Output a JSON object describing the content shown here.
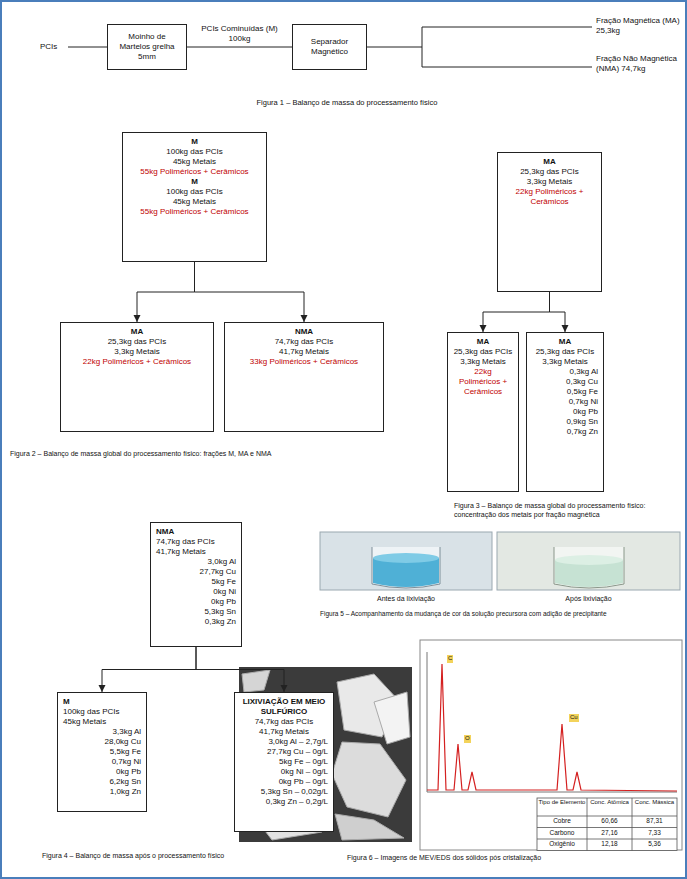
{
  "diagram": {
    "nodes": [
      {
        "text": [
          "Moinho de Martelos grelha 5mm"
        ]
      },
      {
        "text": [
          "Separador Magnético"
        ]
      },
      {
        "text": [
          "M",
          "100kg das PCIs",
          "45kg Metais",
          "55kg Poliméricos + Cerâmicos",
          "M",
          "100kg das PCIs",
          "45kg Metais",
          "55kg Poliméricos + Cerâmicos"
        ]
      },
      {
        "text": [
          "MA",
          "25,3kg das PCIs",
          "3,3kg Metais",
          "22kg Poliméricos + Cerâmicos"
        ]
      },
      {
        "text": [
          "NMA",
          "74,7kg das PCIs",
          "41,7kg Metais",
          "33kg Poliméricos + Cerâmicos"
        ]
      },
      {
        "text": [
          "MA",
          "25,3kg das PCIs",
          "3,3kg Metais",
          "22kg Poliméricos + Cerâmicos"
        ]
      },
      {
        "text": [
          "MA",
          "25,3kg das PCIs",
          "3,3kg Metais",
          "22kg Poliméricos + Cerâmicos"
        ]
      },
      {
        "text": [
          "MA",
          "25,3kg das PCIs",
          "3,3kg Metais",
          "0,3kg Al",
          "0,3kg Cu",
          "0,5kg Fe",
          "0,7kg Ni",
          "0kg Pb",
          "0,9kg Sn",
          "0,7kg Zn"
        ]
      },
      {
        "text": [
          "NMA",
          "74,7kg das PCIs",
          "41,7kg Metais",
          "3,0kg Al",
          "27,7kg Cu",
          "5kg Fe",
          "0kg Ni",
          "0kg Pb",
          "5,3kg Sn",
          "0,3kg Zn"
        ]
      },
      {
        "text": [
          "M",
          "100kg das PCIs",
          "45kg Metais",
          "3,3kg Al",
          "28,0kg Cu",
          "5,5kg Fe",
          "0,7kg Ni",
          "0kg Pb",
          "6,2kg Sn",
          "1,0kg Zn"
        ]
      },
      {
        "text": [
          "LIXIVIAÇÃO EM MEIO SULFÚRICO",
          "74,7kg das PCIs",
          "41,7kg Metais",
          "3,0kg Al – 2,7g/L",
          "27,7kg Cu – 0g/L",
          "5kg Fe – 0g/L",
          "0kg Ni – 0g/L",
          "0kg Pb – 0g/L",
          "5,3kg Sn – 0,02g/L",
          "0,3kg Zn – 0,2g/L"
        ]
      }
    ],
    "edges": [
      {
        "from": 0,
        "to": 1,
        "label": "PCIs Cominuídas (M) 100kg",
        "arrow": "none"
      },
      {
        "from": 2,
        "to": 3,
        "arrow": "to"
      },
      {
        "from": 2,
        "to": 4,
        "arrow": "to"
      },
      {
        "from": 5,
        "to": 6,
        "arrow": "to"
      },
      {
        "from": 5,
        "to": 7,
        "arrow": "to"
      },
      {
        "from": 8,
        "to": 9,
        "arrow": "to"
      },
      {
        "from": 8,
        "to": 10,
        "arrow": "to"
      }
    ],
    "labels": [
      "PCIs",
      "Fração Magnética (MA) 25,3kg",
      "Fração Não Magnética (NMA) 74,7kg",
      "Figura 1 – Balanço de massa do processamento físico",
      "Figura 2 – Balanço de massa global do processamento físico: frações M, MA e NMA",
      "Figura 3 – Balanço de massa global do processamento físico: concentração dos metais por fração magnética",
      "Antes da lixiviação",
      "Após lixiviação",
      "Figura 5 – Acompanhamento da mudança de cor da solução precursora com adição de precipitante",
      "Figura 4 – Balanço de massa após o processamento físico",
      "Figura 6 – Imagens de MEV/EDS dos sólidos pós cristalização",
      "C",
      "O",
      "Cu",
      "Tipo de Elemento",
      "Conc. Atômica",
      "Conc. Mássica",
      "Cobre",
      "60,66",
      "87,31",
      "Carbono",
      "27,16",
      "7,33",
      "Oxigênio",
      "12,18",
      "5,36"
    ]
  }
}
